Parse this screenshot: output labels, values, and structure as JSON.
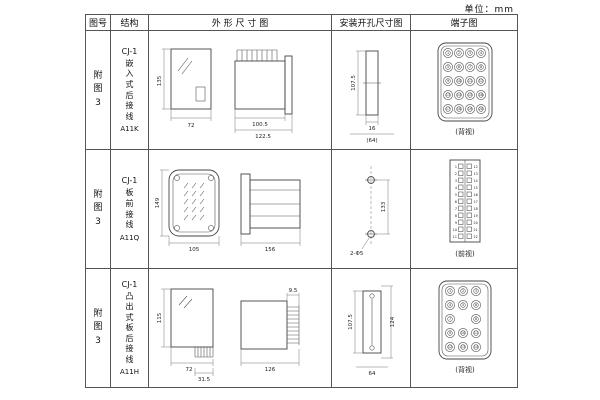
{
  "page": {
    "unit_label": "单位：mm"
  },
  "table": {
    "headers": [
      "图号",
      "结构",
      "外 形 尺 寸 图",
      "安装开孔尺寸图",
      "端子图"
    ],
    "rows": [
      {
        "fig_no": "附图3",
        "model": "CJ-1",
        "desc": "嵌入式后接线",
        "code": "A11K",
        "outline": {
          "dim_h": "135",
          "dim_w": "72",
          "dim_d1": "100.5",
          "dim_d2": "122.5"
        },
        "mount": {
          "dim_h": "107.5",
          "dim_w1": "16",
          "dim_w2": "(64)"
        },
        "terminal": {
          "style": "grid",
          "cols": 4,
          "rows": 5,
          "caption": "(背视)"
        }
      },
      {
        "fig_no": "附图3",
        "model": "CJ-1",
        "desc": "板前接线",
        "code": "A11Q",
        "outline": {
          "dim_h": "149",
          "dim_w": "105",
          "dim_d1": "156"
        },
        "mount": {
          "dim_h": "133",
          "note": "2-Φ5"
        },
        "terminal": {
          "style": "strip",
          "pairs": 11,
          "caption": "(前视)"
        }
      },
      {
        "fig_no": "附图3",
        "model": "CJ-1",
        "desc": "凸出式板后接线",
        "code": "A11H",
        "outline": {
          "dim_h": "115",
          "dim_w": "72",
          "dim_w2": "31.5",
          "dim_d1": "9.5",
          "dim_d2": "126"
        },
        "mount": {
          "dim_h1": "107.5",
          "dim_h2": "124",
          "dim_w": "64"
        },
        "terminal": {
          "style": "sparse",
          "count": 14,
          "caption": "(背视)"
        }
      }
    ]
  }
}
